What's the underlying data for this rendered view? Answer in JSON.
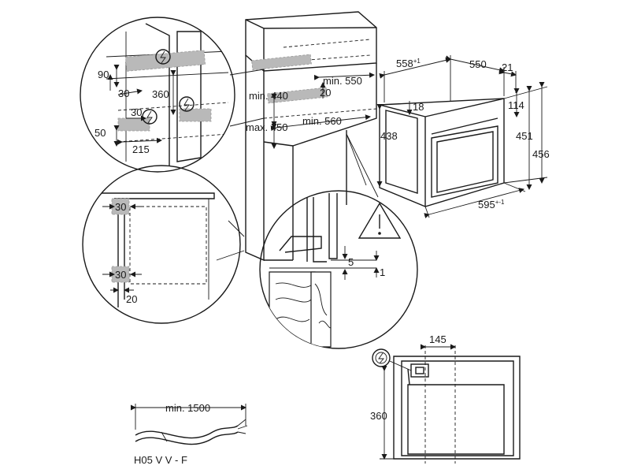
{
  "labels": {
    "d90": "90",
    "d30a": "30",
    "d360a": "360",
    "d30b": "30",
    "d50": "50",
    "d215": "215",
    "d30c": "30",
    "d30d": "30",
    "d20a": "20",
    "min440": "min. 440",
    "max450": "max. 450",
    "min550": "min. 550",
    "d20b": "20",
    "min560": "min. 560",
    "d558": "558",
    "d558sup": "+1",
    "d550": "550",
    "d21": "21",
    "d18": "18",
    "d114": "114",
    "d438": "438",
    "d451": "451",
    "d456": "456",
    "d595": "595",
    "d595sup": "+-1",
    "d5": "5",
    "d1": "1",
    "d145": "145",
    "d360b": "360",
    "min1500": "min. 1500",
    "cable": "H05 V V - F"
  },
  "icons": {
    "power": "power-connection-icon",
    "warning": "warning-triangle-icon"
  },
  "colors": {
    "line": "#1a1a1a",
    "hatch": "#b9b9b9",
    "background": "#ffffff"
  }
}
